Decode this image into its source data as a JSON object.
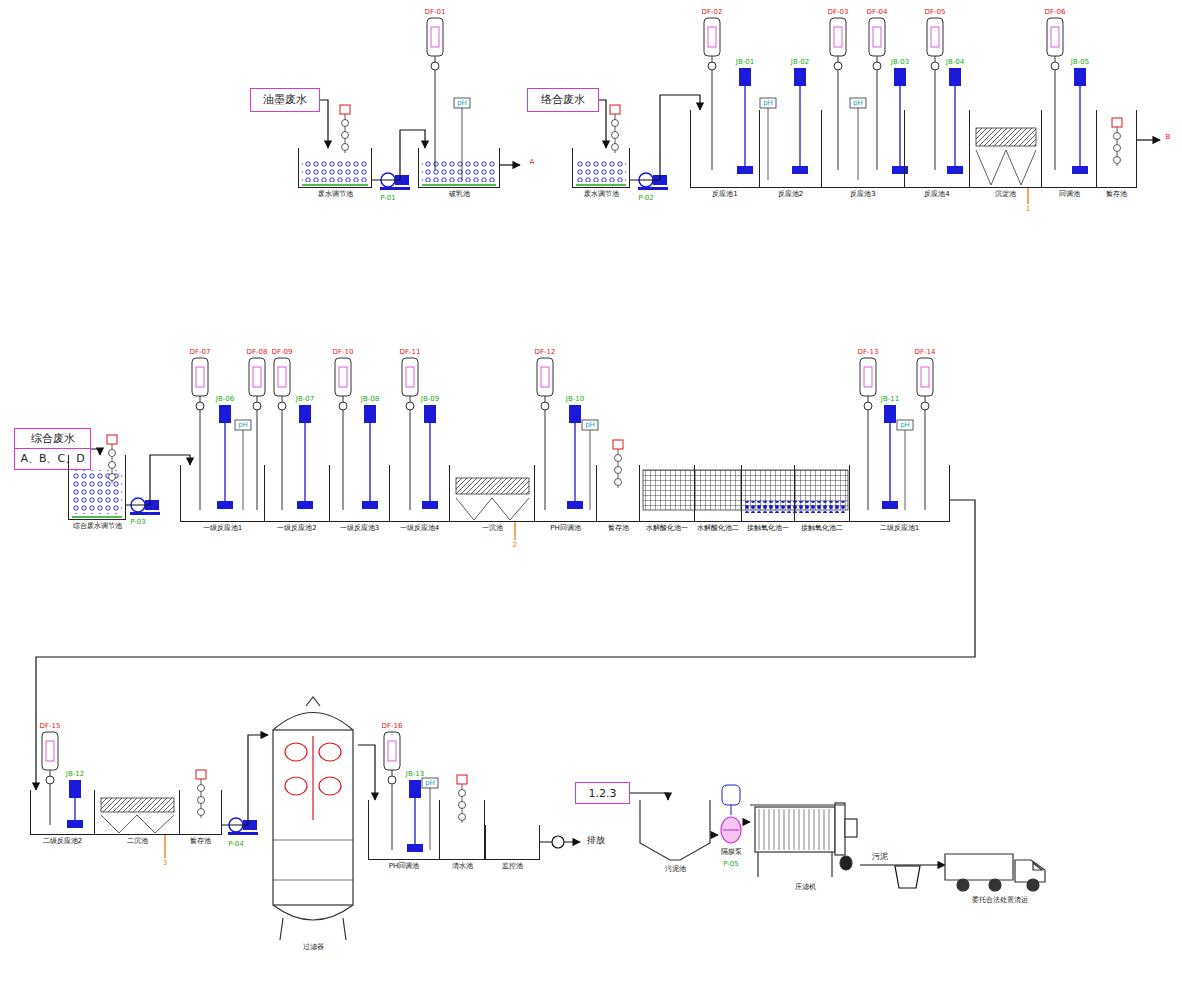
{
  "diagram": {
    "nodes": [
      {
        "text": [
          "油墨废水"
        ]
      },
      {
        "text": [
          "废水调节池"
        ]
      },
      {
        "text": [
          "破乳池"
        ]
      },
      {
        "text": [
          "络合废水"
        ]
      },
      {
        "text": [
          "废水调节池"
        ]
      },
      {
        "text": [
          "反应池1"
        ]
      },
      {
        "text": [
          "反应池2"
        ]
      },
      {
        "text": [
          "反应池3"
        ]
      },
      {
        "text": [
          "反应池4"
        ]
      },
      {
        "text": [
          "沉淀池"
        ]
      },
      {
        "text": [
          "回调池"
        ]
      },
      {
        "text": [
          "暂存池"
        ]
      },
      {
        "text": [
          "综合废水",
          "A、B、C、D"
        ]
      },
      {
        "text": [
          "综合废水调节池"
        ]
      },
      {
        "text": [
          "一级反应池1"
        ]
      },
      {
        "text": [
          "一级反应池2"
        ]
      },
      {
        "text": [
          "一级反应池3"
        ]
      },
      {
        "text": [
          "一级反应池4"
        ]
      },
      {
        "text": [
          "一沉池"
        ]
      },
      {
        "text": [
          "PH回调池"
        ]
      },
      {
        "text": [
          "暂存池"
        ]
      },
      {
        "text": [
          "水解酸化池一"
        ]
      },
      {
        "text": [
          "水解酸化池二"
        ]
      },
      {
        "text": [
          "接触氧化池一"
        ]
      },
      {
        "text": [
          "接触氧化池二"
        ]
      },
      {
        "text": [
          "二级反应池1"
        ]
      },
      {
        "text": [
          "二级反应池2"
        ]
      },
      {
        "text": [
          "二沉池"
        ]
      },
      {
        "text": [
          "暂存池"
        ]
      },
      {
        "text": [
          "过滤器"
        ]
      },
      {
        "text": [
          "PH回调池"
        ]
      },
      {
        "text": [
          "清水池"
        ]
      },
      {
        "text": [
          "监控池"
        ]
      },
      {
        "text": [
          "1.2.3"
        ]
      },
      {
        "text": [
          "污泥池"
        ]
      },
      {
        "text": [
          "隔膜泵"
        ]
      },
      {
        "text": [
          "压滤机"
        ]
      },
      {
        "text": [
          "委托合法处置清运"
        ]
      }
    ],
    "edges": [
      {
        "from": 0,
        "to": 1,
        "arrow": "to"
      },
      {
        "from": 1,
        "to": 2,
        "arrow": "to"
      },
      {
        "from": 3,
        "to": 4,
        "arrow": "to"
      },
      {
        "from": 4,
        "to": 5,
        "arrow": "to"
      },
      {
        "from": 12,
        "to": 13,
        "arrow": "to"
      },
      {
        "from": 13,
        "to": 14,
        "arrow": "to"
      },
      {
        "from": 25,
        "to": 26,
        "arrow": "to"
      },
      {
        "from": 28,
        "to": 29,
        "arrow": "to"
      },
      {
        "from": 29,
        "to": 30,
        "arrow": "to"
      },
      {
        "from": 33,
        "to": 34,
        "arrow": "to"
      },
      {
        "from": 34,
        "to": 35,
        "arrow": "to"
      },
      {
        "from": 35,
        "to": 36,
        "arrow": "to"
      },
      {
        "from": 36,
        "to": 37,
        "label": "污泥",
        "arrow": "to"
      }
    ],
    "labels": [
      "DF-01",
      "DF-02",
      "DF-03",
      "DF-04",
      "DF-05",
      "DF-06",
      "DF-07",
      "DF-08",
      "DF-09",
      "DF-10",
      "DF-11",
      "DF-12",
      "DF-13",
      "DF-14",
      "DF-15",
      "DF-16",
      "JB-01",
      "JB-02",
      "JB-03",
      "JB-04",
      "JB-05",
      "JB-06",
      "JB-07",
      "JB-08",
      "JB-09",
      "JB-10",
      "JB-11",
      "JB-12",
      "JB-13",
      "pH",
      "pH",
      "pH",
      "pH",
      "pH",
      "pH",
      "pH",
      "P-01",
      "P-02",
      "P-03",
      "P-04",
      "P-05",
      "A",
      "B",
      "排放",
      "1",
      "2",
      "3"
    ]
  }
}
